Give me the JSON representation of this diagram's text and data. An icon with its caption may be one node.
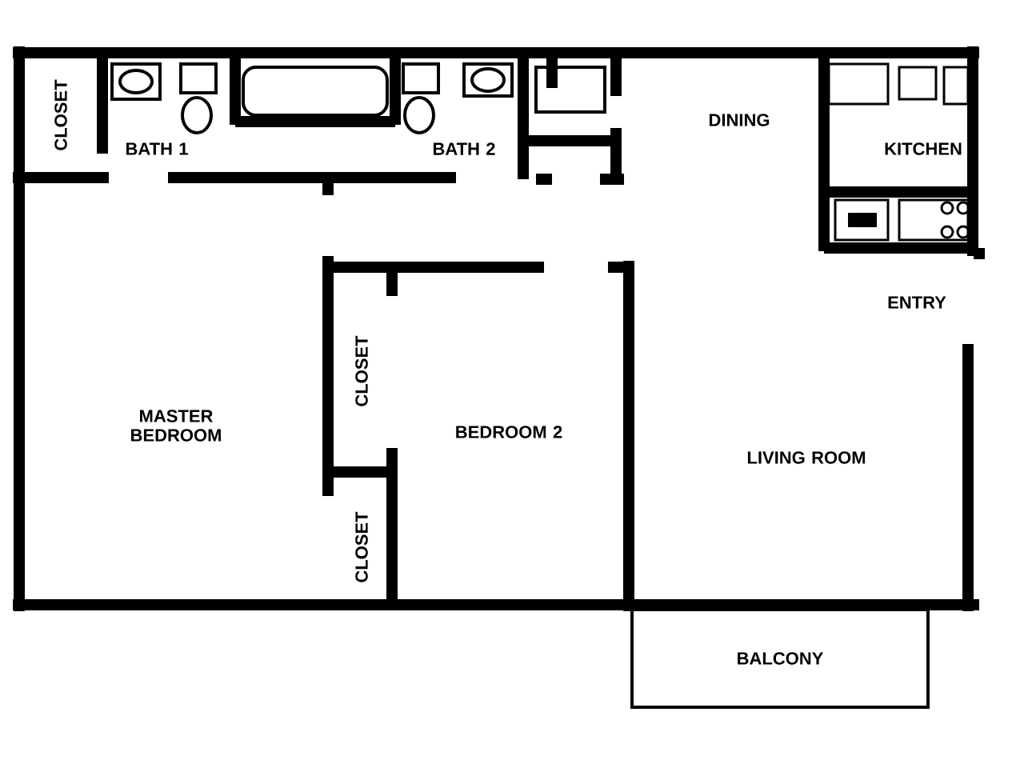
{
  "diagram": {
    "nodes": [
      {
        "text": [
          "BALCONY"
        ]
      }
    ],
    "labels": [
      "CLOSET",
      "BATH 1",
      "BATH 2",
      "DINING",
      "KITCHEN",
      "ENTRY",
      "MASTER BEDROOM",
      "CLOSET",
      "BEDROOM 2",
      "LIVING ROOM",
      "CLOSET"
    ]
  }
}
